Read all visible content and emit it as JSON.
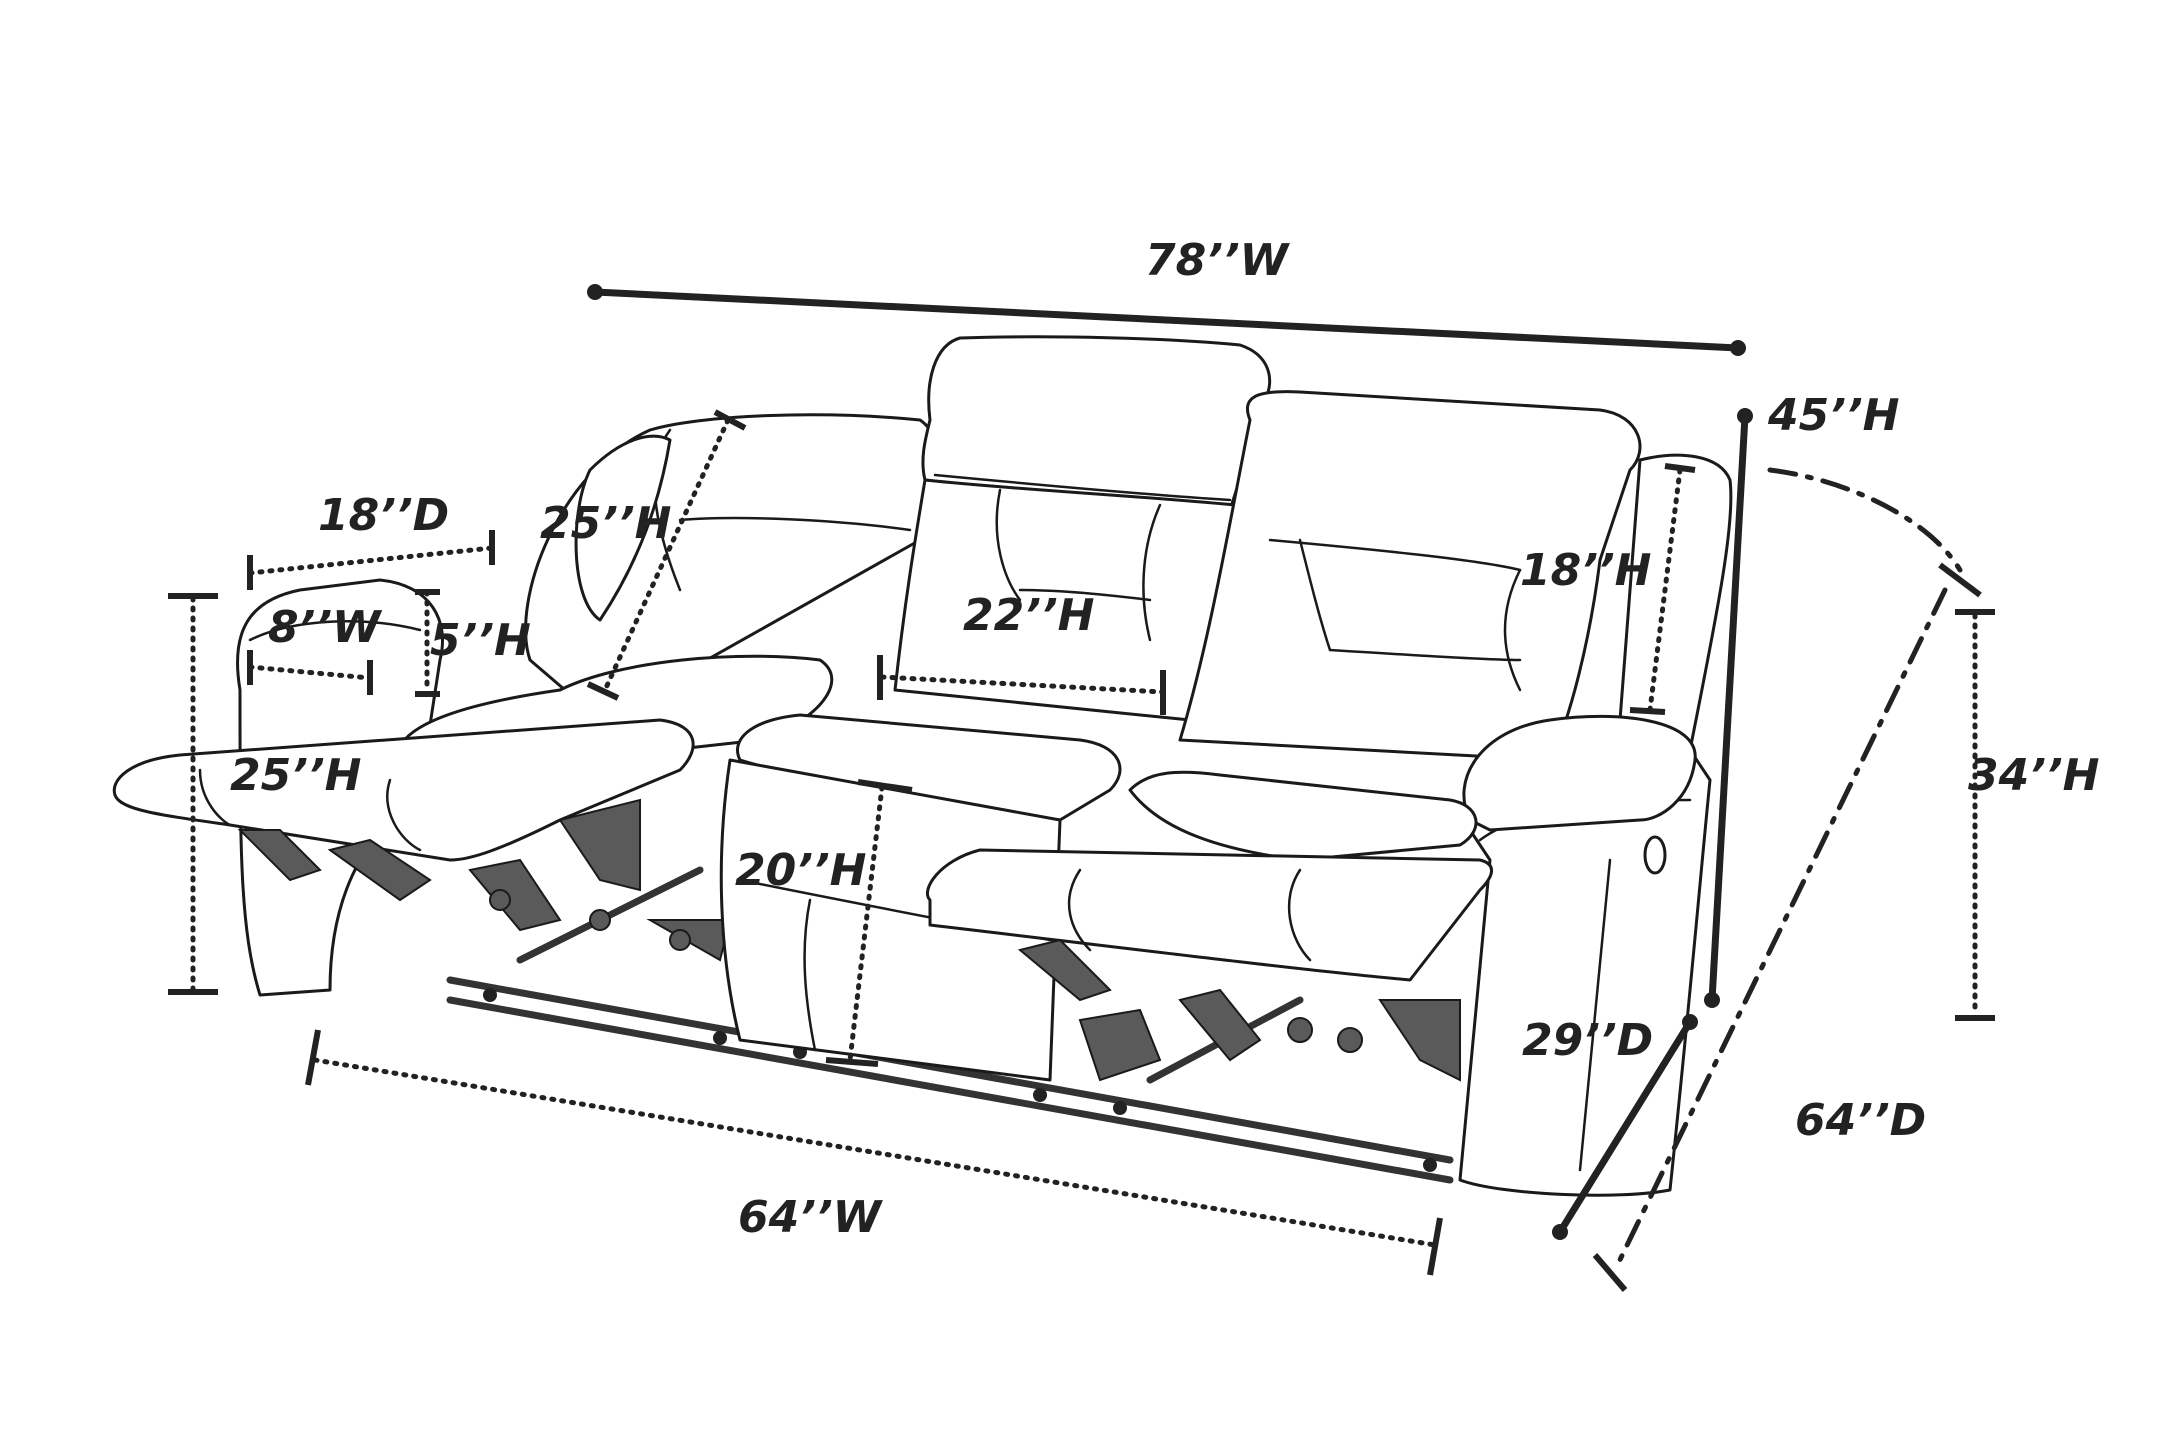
{
  "diagram": {
    "colors": {
      "line": "#1a1a1a",
      "mechanism": "#5a5a5a",
      "label": "#222222",
      "background": "#ffffff"
    },
    "dimensions": {
      "overall_width": "78’’W",
      "overall_height": "45’’H",
      "reclined_depth": "64’’D",
      "seat_width_front": "64’’W",
      "back_height_left": "25’’H",
      "console_depth": "18’’D",
      "console_width": "8’’W",
      "console_height": "5’’H",
      "footrest_height": "25’’H",
      "center_back_height": "22’’H",
      "seat_height": "20’’H",
      "right_back_height": "18’’H",
      "arm_height": "34’’H",
      "seat_depth": "29’’D"
    }
  }
}
